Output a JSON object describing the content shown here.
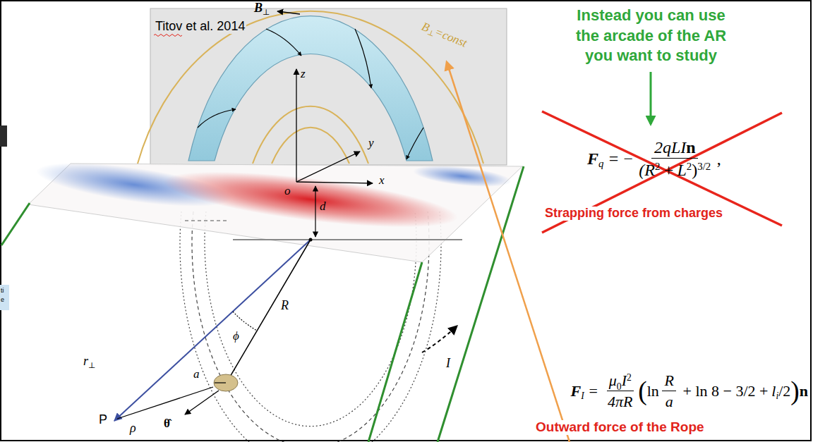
{
  "diagram": {
    "labels": [
      "Titov et al. 2014",
      "B",
      "⊥",
      "B",
      "⊥",
      "=const",
      "z",
      "y",
      "o",
      "x",
      "d",
      "r",
      "⊥",
      "ϕ",
      "R",
      "P",
      "ρ",
      "a",
      "θ̂",
      "I",
      "Instead you can use the arcade of the AR you want to study",
      "F",
      "q",
      "=",
      "−",
      "2qLI",
      "n",
      "(R",
      "2",
      "+",
      "L",
      "2",
      ")",
      "3/2",
      ",",
      "Strapping force from charges",
      "F",
      "I",
      "=",
      "μ",
      "0",
      "I",
      "2",
      "4πR",
      "(",
      "ln",
      "R",
      "a",
      "+ ln 8 − 3/2 +",
      "l",
      "i",
      "/2",
      ")",
      "n",
      "Outward force of the Rope",
      "ti",
      "e"
    ]
  }
}
